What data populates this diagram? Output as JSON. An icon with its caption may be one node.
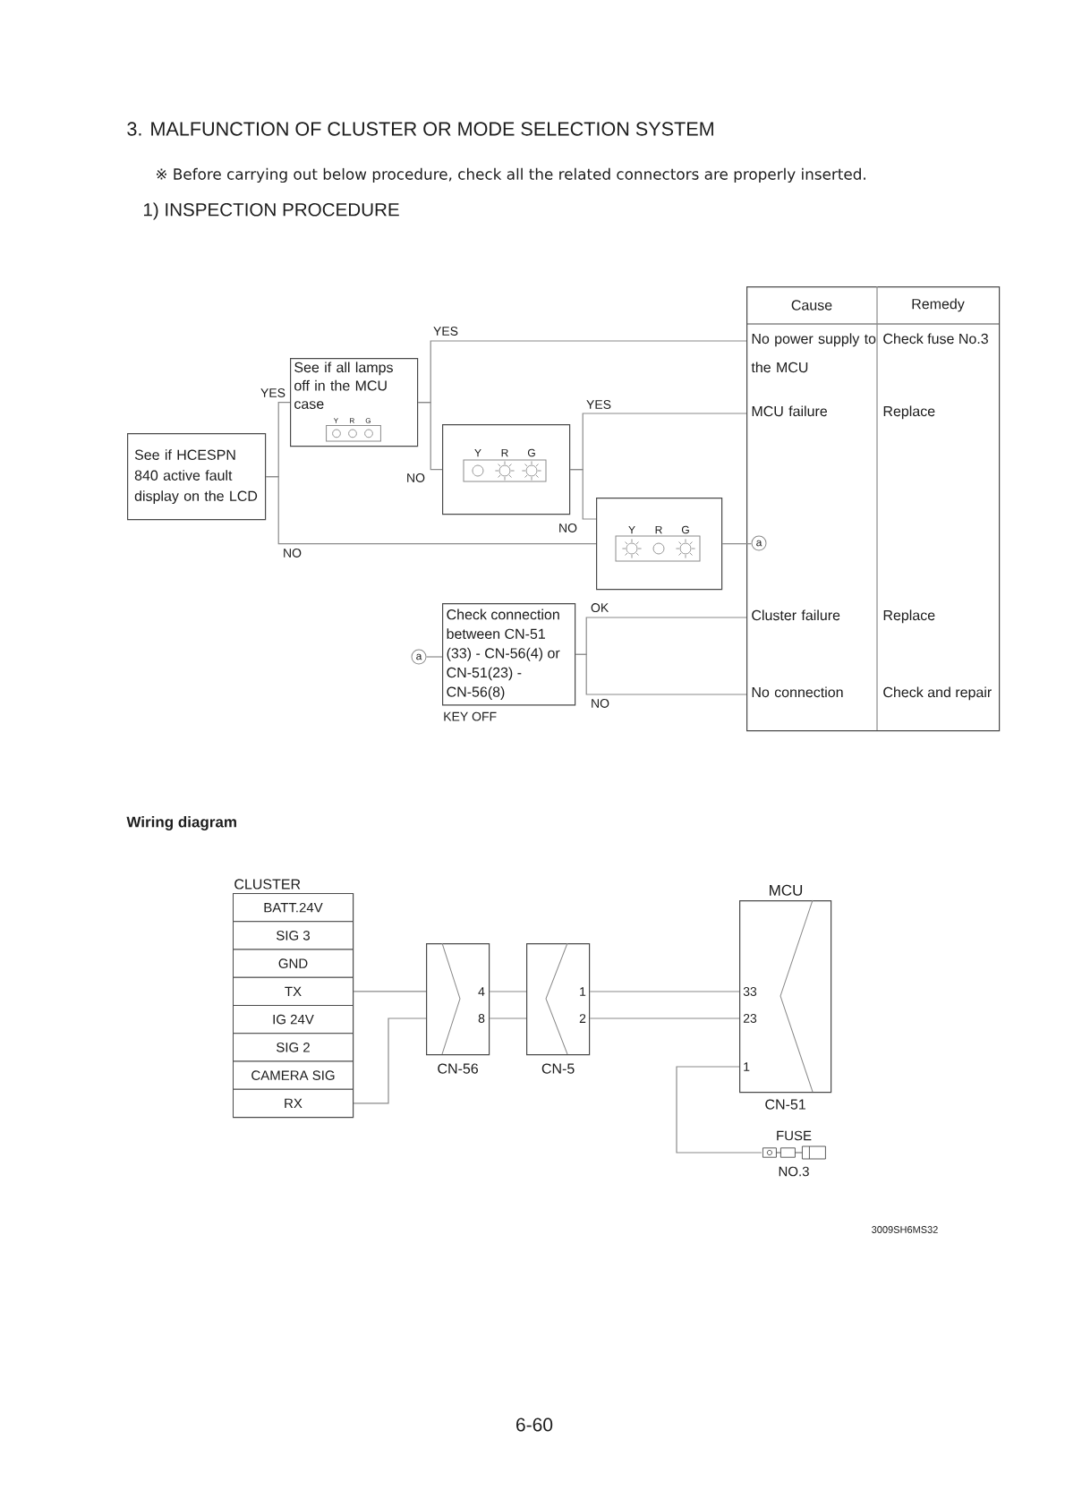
{
  "diagram": {
    "title": "3. MALFUNCTION OF CLUSTER OR MODE SELECTION SYSTEM",
    "nodes": [
      {
        "text": [
          "See if HCESPN 840 active fault display on the LCD"
        ]
      },
      {
        "text": [
          "See if all lamps off in the MCU case",
          "Y",
          "R",
          "G"
        ]
      },
      {
        "text": [
          "Y",
          "R",
          "G"
        ]
      },
      {
        "text": [
          "Y",
          "R",
          "G"
        ]
      },
      {
        "text": [
          "Cause",
          "Remedy"
        ]
      },
      {
        "text": [
          "No power supply to the MCU",
          "Check fuse No.3"
        ],
        "in": 4
      },
      {
        "text": [
          "MCU failure",
          "Replace"
        ],
        "in": 4
      },
      {
        "text": [
          "a"
        ],
        "in": 4
      },
      {
        "text": [
          "Cluster failure",
          "Replace"
        ],
        "in": 4
      },
      {
        "text": [
          "No connection",
          "Check and repair"
        ],
        "in": 4
      },
      {
        "text": [
          "a"
        ]
      },
      {
        "text": [
          "Check connection between CN-51 (33) - CN-56(4) or CN-51(23) - CN-56(8)"
        ],
        "beside": [
          "KEY OFF"
        ]
      },
      {
        "text": [
          "CLUSTER"
        ]
      },
      {
        "text": [
          "BATT.24V"
        ],
        "in": 12
      },
      {
        "text": [
          "SIG 3"
        ],
        "in": 12
      },
      {
        "text": [
          "GND"
        ],
        "in": 12
      },
      {
        "text": [
          "TX"
        ],
        "in": 12
      },
      {
        "text": [
          "IG 24V"
        ],
        "in": 12
      },
      {
        "text": [
          "SIG 2"
        ],
        "in": 12
      },
      {
        "text": [
          "CAMERA SIG"
        ],
        "in": 12
      },
      {
        "text": [
          "RX"
        ],
        "in": 12
      },
      {
        "text": [
          "4",
          "8"
        ],
        "beside": [
          "CN-56"
        ]
      },
      {
        "text": [
          "1",
          "2"
        ],
        "beside": [
          "CN-5"
        ]
      },
      {
        "text": [
          "MCU",
          "33",
          "23",
          "1"
        ],
        "beside": [
          "CN-51"
        ]
      },
      {
        "text": [
          "FUSE",
          "NO.3"
        ]
      }
    ],
    "edges": [
      {
        "from": 0,
        "to": 1,
        "arrow": "none",
        "label": "YES"
      },
      {
        "from": 0,
        "to": 3,
        "arrow": "none",
        "label": "NO"
      },
      {
        "from": 1,
        "to": 5,
        "arrow": "none",
        "label": "YES"
      },
      {
        "from": 1,
        "to": 2,
        "arrow": "none",
        "label": "NO"
      },
      {
        "from": 2,
        "to": 6,
        "arrow": "none",
        "label": "YES"
      },
      {
        "from": 2,
        "to": 3,
        "arrow": "none",
        "label": "NO"
      },
      {
        "from": 3,
        "to": 7,
        "arrow": "none"
      },
      {
        "from": 10,
        "to": 11,
        "arrow": "none"
      },
      {
        "from": 11,
        "to": 8,
        "arrow": "none",
        "label": "OK"
      },
      {
        "from": 11,
        "to": 9,
        "arrow": "none",
        "label": "NO"
      },
      {
        "from": 16,
        "to": 21,
        "arrow": "none"
      },
      {
        "from": 20,
        "to": 21,
        "arrow": "none"
      },
      {
        "from": 21,
        "to": 22,
        "arrow": "none"
      },
      {
        "from": 21,
        "to": 22,
        "arrow": "none"
      },
      {
        "from": 22,
        "to": 23,
        "arrow": "none"
      },
      {
        "from": 22,
        "to": 23,
        "arrow": "none"
      },
      {
        "from": 23,
        "to": 24,
        "arrow": "none"
      }
    ],
    "labels": [
      "※ Before carrying out below procedure, check all the related connectors are properly inserted.",
      "1) INSPECTION PROCEDURE",
      "Wiring diagram",
      "3009SH6MS32",
      "6-60"
    ]
  }
}
